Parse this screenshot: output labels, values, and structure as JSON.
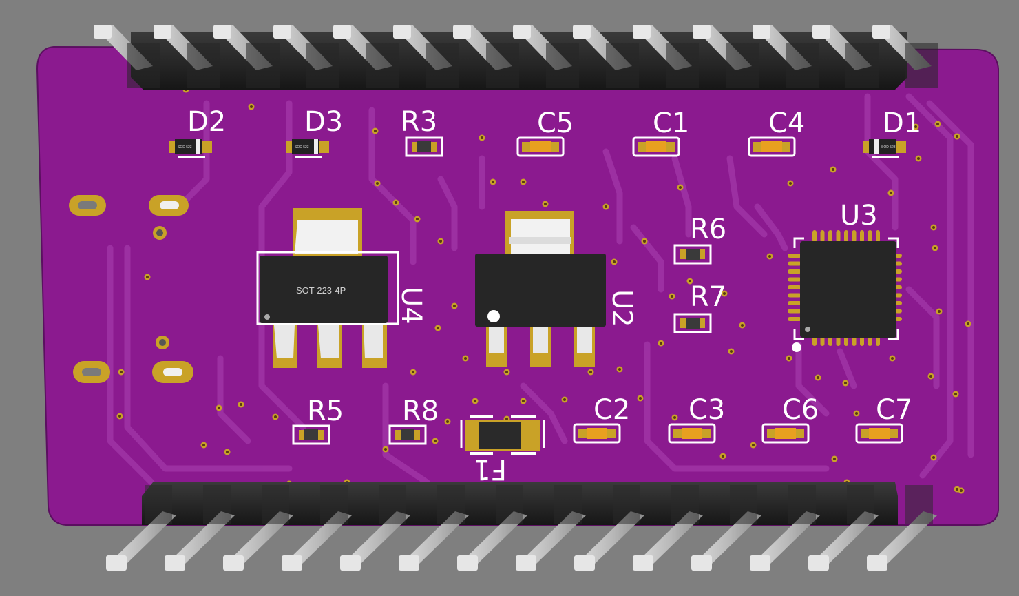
{
  "board": {
    "background_color": "#7f7f7f",
    "pcb_color": "#8b1a8f",
    "pad_color": "#c9a227",
    "silkscreen_color": "#ffffff"
  },
  "labels": {
    "d2": "D2",
    "d3": "D3",
    "r3": "R3",
    "c5": "C5",
    "c1": "C1",
    "c4": "C4",
    "d1": "D1",
    "r6": "R6",
    "r7": "R7",
    "u3": "U3",
    "u4": "U4",
    "u2": "U2",
    "r5": "R5",
    "r8": "R8",
    "c2": "C2",
    "c3": "C3",
    "c6": "C6",
    "c7": "C7",
    "f1": "F1"
  },
  "package_marks": {
    "u4": "SOT-223-4P",
    "diode": "SOD 523"
  },
  "headers": {
    "top_pins": 14,
    "bottom_pins": 14
  }
}
